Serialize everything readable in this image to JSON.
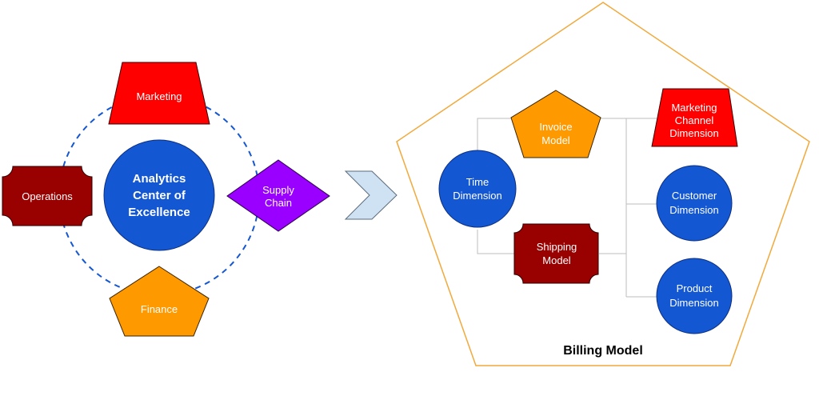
{
  "left_cluster": {
    "center": [
      "Analytics",
      "Center of",
      "Excellence"
    ],
    "marketing": "Marketing",
    "operations": "Operations",
    "supply_chain": [
      "Supply",
      "Chain"
    ],
    "finance": "Finance"
  },
  "billing_model": {
    "title": "Billing Model",
    "time_dimension": [
      "Time",
      "Dimension"
    ],
    "invoice_model": [
      "Invoice",
      "Model"
    ],
    "shipping_model": [
      "Shipping",
      "Model"
    ],
    "marketing_channel_dimension": [
      "Marketing",
      "Channel",
      "Dimension"
    ],
    "customer_dimension": [
      "Customer",
      "Dimension"
    ],
    "product_dimension": [
      "Product",
      "Dimension"
    ]
  },
  "colors": {
    "blue": "#1457d2",
    "red": "#ff0000",
    "dark_red": "#990000",
    "orange": "#ff9900",
    "purple": "#9900ff",
    "chevron_fill": "#cfe2f3",
    "pentagon_outline": "#f2a93b",
    "dashed_ring": "#1457d2"
  }
}
